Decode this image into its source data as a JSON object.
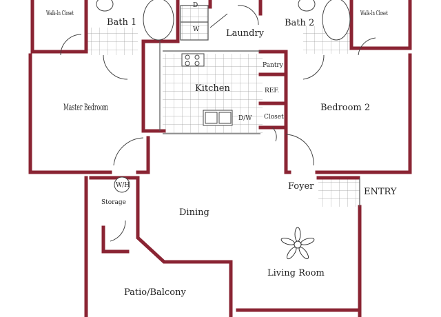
{
  "floor_plan": {
    "rooms": {
      "walk_in_closet_left": "Walk-In Closet",
      "bath_1": "Bath 1",
      "dryer": "D",
      "washer": "W",
      "laundry": "Laundry",
      "bath_2": "Bath 2",
      "walk_in_closet_right": "Walk-In Closet",
      "pantry": "Pantry",
      "kitchen": "Kitchen",
      "refrigerator": "REF.",
      "master_bedroom": "Master Bedroom",
      "dishwasher": "D/W",
      "closet": "Closet",
      "bedroom_2": "Bedroom 2",
      "water_heater": "W/H",
      "foyer": "Foyer",
      "entry": "ENTRY",
      "storage": "Storage",
      "dining": "Dining",
      "living_room": "Living Room",
      "patio_balcony": "Patio/Balcony"
    },
    "colors": {
      "wall": "#8a2433",
      "tile_line": "#9a9a9a",
      "text": "#222222"
    }
  }
}
